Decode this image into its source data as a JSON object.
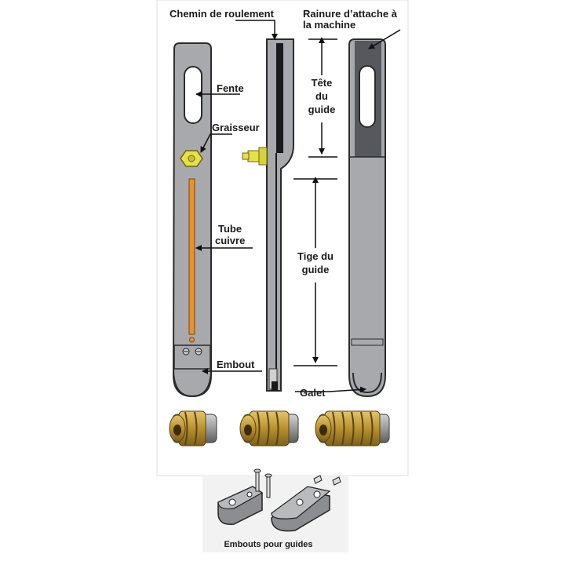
{
  "labels": {
    "chemin": "Chemin de roulement",
    "rainure_line1": "Rainure d’attache à",
    "rainure_line2": "la machine",
    "fente": "Fente",
    "graisseur": "Graisseur",
    "tete_line1": "Tête",
    "tete_line2": "du",
    "tete_line3": "guide",
    "tube_line1": "Tube",
    "tube_line2": "cuivre",
    "tige_line1": "Tige du",
    "tige_line2": "guide",
    "embout": "Embout",
    "galet": "Galet",
    "caption": "Embouts pour guides"
  },
  "colors": {
    "guide_fill": "#a7a9ac",
    "guide_dark": "#55585d",
    "outline": "#2b2b2b",
    "brass": "#c9a33a",
    "copper": "#e8922a",
    "grease_yellow": "#e6e04a",
    "caption_panel": "#f2f2f2"
  }
}
